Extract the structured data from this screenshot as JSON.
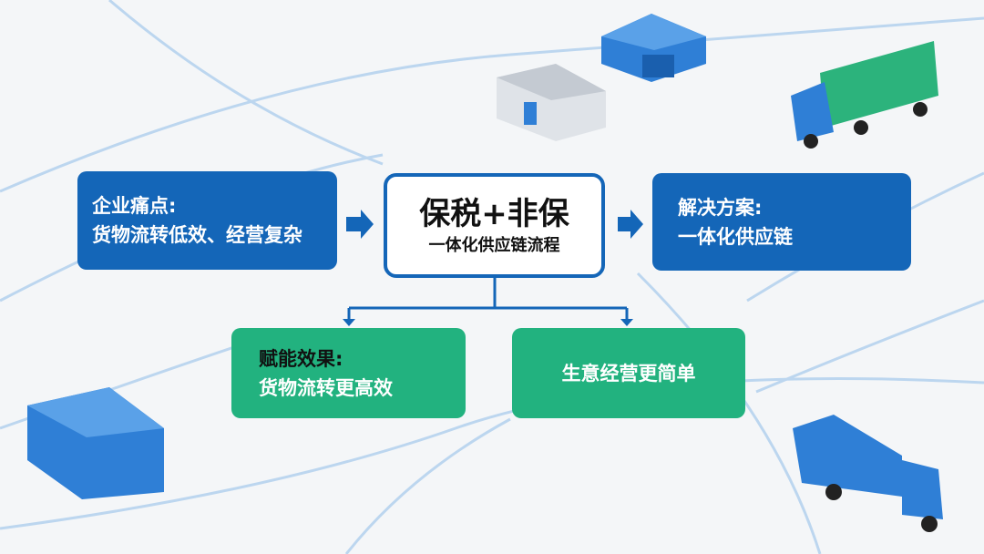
{
  "pain": {
    "title": "企业痛点:",
    "text": "货物流转低效、经营复杂"
  },
  "center": {
    "title": "保税+非保",
    "subtitle": "一体化供应链流程"
  },
  "solution": {
    "title": "解决方案:",
    "text": "一体化供应链"
  },
  "effect": {
    "title": "赋能效果:",
    "text": "货物流转更高效"
  },
  "simple": {
    "text": "生意经营更简单"
  },
  "colors": {
    "blue": "#1466b8",
    "green": "#22b27f",
    "border": "#1466b8"
  }
}
